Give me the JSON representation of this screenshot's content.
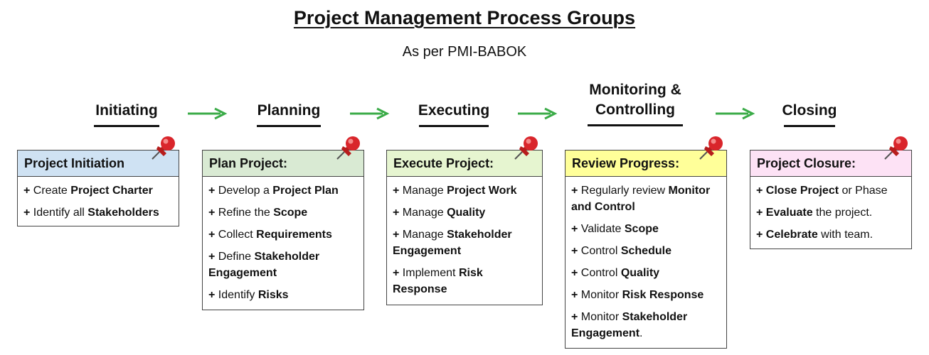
{
  "title": "Project Management Process Groups",
  "subtitle": "As per PMI-BABOK",
  "colors": {
    "arrow": "#3aab47",
    "pin": "#d9252b",
    "initiating_header": "#cfe2f3",
    "planning_header": "#d9ead3",
    "executing_header": "#e6f5d0",
    "monitoring_header": "#ffff99",
    "closing_header": "#fde2f5"
  },
  "icons": [
    "arrow-right-icon",
    "pushpin-icon"
  ],
  "phases": [
    {
      "name": "Initiating",
      "box_title": "Project Initiation",
      "items": [
        [
          {
            "t": "+ ",
            "b": true
          },
          {
            "t": "Create ",
            "b": false
          },
          {
            "t": "Project Charter",
            "b": true
          }
        ],
        [
          {
            "t": "+ ",
            "b": true
          },
          {
            "t": "Identify all ",
            "b": false
          },
          {
            "t": "Stakeholders",
            "b": true
          }
        ]
      ]
    },
    {
      "name": "Planning",
      "box_title": "Plan Project:",
      "items": [
        [
          {
            "t": "+ ",
            "b": true
          },
          {
            "t": "Develop a ",
            "b": false
          },
          {
            "t": "Project Plan",
            "b": true
          }
        ],
        [
          {
            "t": "+ ",
            "b": true
          },
          {
            "t": "Refine the ",
            "b": false
          },
          {
            "t": "Scope",
            "b": true
          }
        ],
        [
          {
            "t": "+ ",
            "b": true
          },
          {
            "t": "Collect ",
            "b": false
          },
          {
            "t": "Requirements",
            "b": true
          }
        ],
        [
          {
            "t": "+ ",
            "b": true
          },
          {
            "t": "Define ",
            "b": false
          },
          {
            "t": "Stakeholder Engagement",
            "b": true
          }
        ],
        [
          {
            "t": "+ ",
            "b": true
          },
          {
            "t": "Identify ",
            "b": false
          },
          {
            "t": "Risks",
            "b": true
          }
        ]
      ]
    },
    {
      "name": "Executing",
      "box_title": "Execute Project:",
      "items": [
        [
          {
            "t": "+ ",
            "b": true
          },
          {
            "t": "Manage ",
            "b": false
          },
          {
            "t": "Project Work",
            "b": true
          }
        ],
        [
          {
            "t": "+ ",
            "b": true
          },
          {
            "t": "Manage ",
            "b": false
          },
          {
            "t": "Quality",
            "b": true
          }
        ],
        [
          {
            "t": "+ ",
            "b": true
          },
          {
            "t": "Manage ",
            "b": false
          },
          {
            "t": "Stakeholder Engagement",
            "b": true
          }
        ],
        [
          {
            "t": "+ ",
            "b": true
          },
          {
            "t": "Implement ",
            "b": false
          },
          {
            "t": "Risk Response",
            "b": true
          }
        ]
      ]
    },
    {
      "name": "Monitoring & Controlling",
      "box_title": "Review Progress:",
      "items": [
        [
          {
            "t": "+ ",
            "b": true
          },
          {
            "t": "Regularly review ",
            "b": false
          },
          {
            "t": "Monitor and Control",
            "b": true
          }
        ],
        [
          {
            "t": "+ ",
            "b": true
          },
          {
            "t": "Validate ",
            "b": false
          },
          {
            "t": "Scope",
            "b": true
          }
        ],
        [
          {
            "t": "+ ",
            "b": true
          },
          {
            "t": "Control ",
            "b": false
          },
          {
            "t": "Schedule",
            "b": true
          }
        ],
        [
          {
            "t": "+ ",
            "b": true
          },
          {
            "t": "Control ",
            "b": false
          },
          {
            "t": "Quality",
            "b": true
          }
        ],
        [
          {
            "t": "+ ",
            "b": true
          },
          {
            "t": "Monitor ",
            "b": false
          },
          {
            "t": "Risk Response",
            "b": true
          }
        ],
        [
          {
            "t": "+ ",
            "b": true
          },
          {
            "t": "Monitor ",
            "b": false
          },
          {
            "t": "Stakeholder Engagement",
            "b": true
          },
          {
            "t": ".",
            "b": false
          }
        ]
      ]
    },
    {
      "name": "Closing",
      "box_title": "Project Closure:",
      "items": [
        [
          {
            "t": "+ ",
            "b": true
          },
          {
            "t": "Close Project",
            "b": true
          },
          {
            "t": " or Phase",
            "b": false
          }
        ],
        [
          {
            "t": "+ ",
            "b": true
          },
          {
            "t": "Evaluate",
            "b": true
          },
          {
            "t": " the project.",
            "b": false
          }
        ],
        [
          {
            "t": "+ ",
            "b": true
          },
          {
            "t": "Celebrate",
            "b": true
          },
          {
            "t": " with team.",
            "b": false
          }
        ]
      ]
    }
  ]
}
